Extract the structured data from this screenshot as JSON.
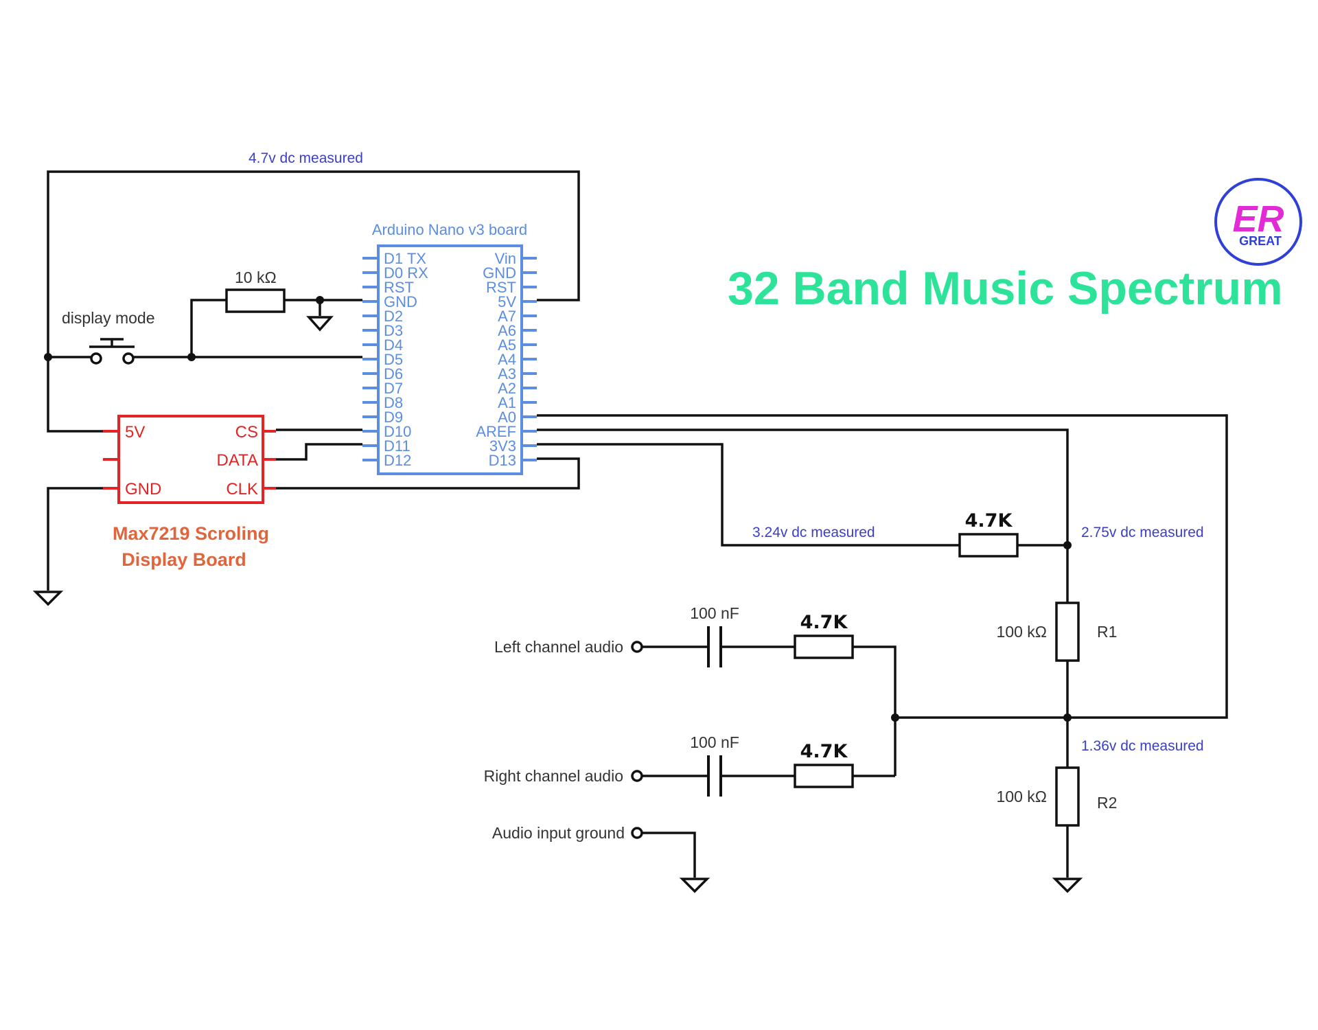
{
  "title": "32 Band Music Spectrum",
  "logo": {
    "text_main": "ER",
    "text_sub": "GREAT",
    "ring_color": "#2f3fd8",
    "fill_color": "#e22ad6"
  },
  "colors": {
    "wire": "#111111",
    "arduino": "#5b8de0",
    "display": "#e32424",
    "measurement": "#3b3fc4",
    "title": "#2de39a",
    "display_caption": "#e0643c"
  },
  "arduino": {
    "label": "Arduino Nano v3 board",
    "left_pins": [
      "D1 TX",
      "D0 RX",
      "RST",
      "GND",
      "D2",
      "D3",
      "D4",
      "D5",
      "D6",
      "D7",
      "D8",
      "D9",
      "D10",
      "D11",
      "D12"
    ],
    "right_pins": [
      "Vin",
      "GND",
      "RST",
      "5V",
      "A7",
      "A6",
      "A5",
      "A4",
      "A3",
      "A2",
      "A1",
      "A0",
      "AREF",
      "3V3",
      "D13"
    ]
  },
  "display_board": {
    "pins_left": [
      "5V",
      "",
      "GND"
    ],
    "pins_right": [
      "CS",
      "DATA",
      "CLK"
    ],
    "caption_line1": "Max7219 Scroling",
    "caption_line2": "Display Board"
  },
  "labels": {
    "measure_top": "4.7v dc measured",
    "measure_3v3": "3.24v  dc measured",
    "measure_aref": "2.75v dc measured",
    "measure_mid": "1.36v dc measured",
    "display_mode": "display mode",
    "resistor_10k": "10 kΩ",
    "resistor_47k_top": "4.7K",
    "resistor_47k_left": "4.7K",
    "resistor_47k_right": "4.7K",
    "cap_left": "100 nF",
    "cap_right": "100 nF",
    "r1_value": "100 kΩ",
    "r1_name": "R1",
    "r2_value": "100 kΩ",
    "r2_name": "R2",
    "left_audio": "Left channel audio",
    "right_audio": "Right channel audio",
    "audio_ground": "Audio input ground"
  }
}
